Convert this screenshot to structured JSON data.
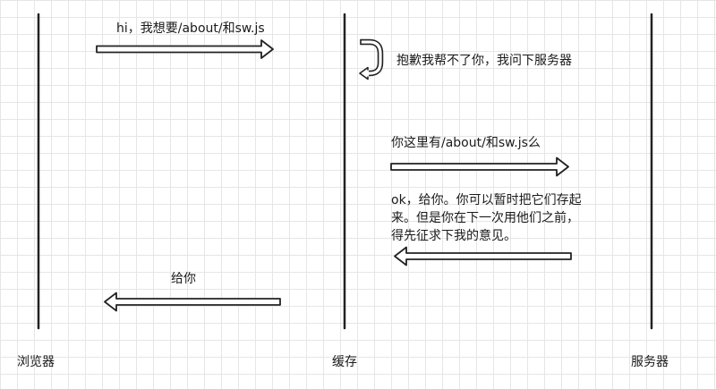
{
  "lanes": {
    "browser": "浏览器",
    "cache": "缓存",
    "server": "服务器"
  },
  "messages": {
    "request": "hi，我想要/about/和sw.js",
    "cache_miss": "抱歉我帮不了你，我问下服务器",
    "forward": "你这里有/about/和sw.js么",
    "reply_lines": [
      "ok，给你。你可以暂时把它们存起",
      "来。但是你在下一次用他们之前，",
      "得先征求下我的意见。"
    ],
    "deliver": "给你"
  },
  "colors": {
    "line": "#222222",
    "grid": "#e6e6e6",
    "background": "#ffffff"
  }
}
